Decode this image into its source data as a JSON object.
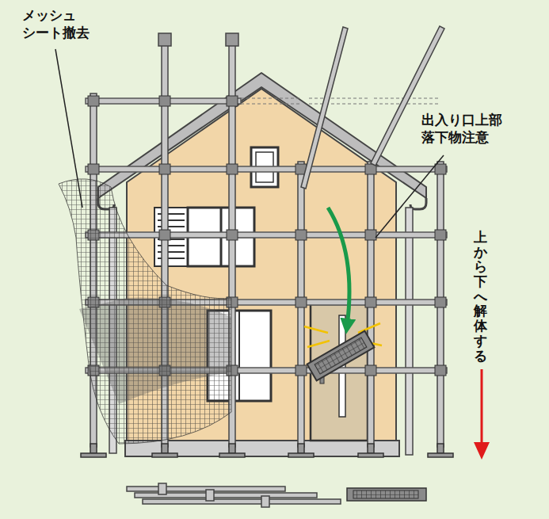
{
  "diagram": {
    "labels": [
      "メッシュ シート撤去",
      "出入り口上部 落下物注意",
      "上から下へ解体する"
    ]
  }
}
